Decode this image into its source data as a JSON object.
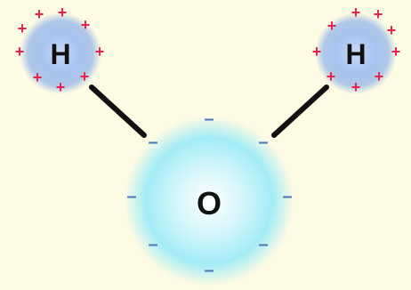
{
  "molecule": {
    "atoms": {
      "hydrogen_left": {
        "symbol": "H"
      },
      "hydrogen_right": {
        "symbol": "H"
      },
      "oxygen": {
        "symbol": "O"
      }
    },
    "charges": {
      "positive_symbol": "+",
      "negative_symbol": "–"
    }
  },
  "colors": {
    "background": "#fdfbe4",
    "hydrogen_cloud": "#6f9fe6",
    "oxygen_cloud": "#8fe6f2",
    "positive_charge": "#e8224a",
    "negative_charge": "#4a78b8",
    "bond": "#111111",
    "label": "#111111"
  }
}
